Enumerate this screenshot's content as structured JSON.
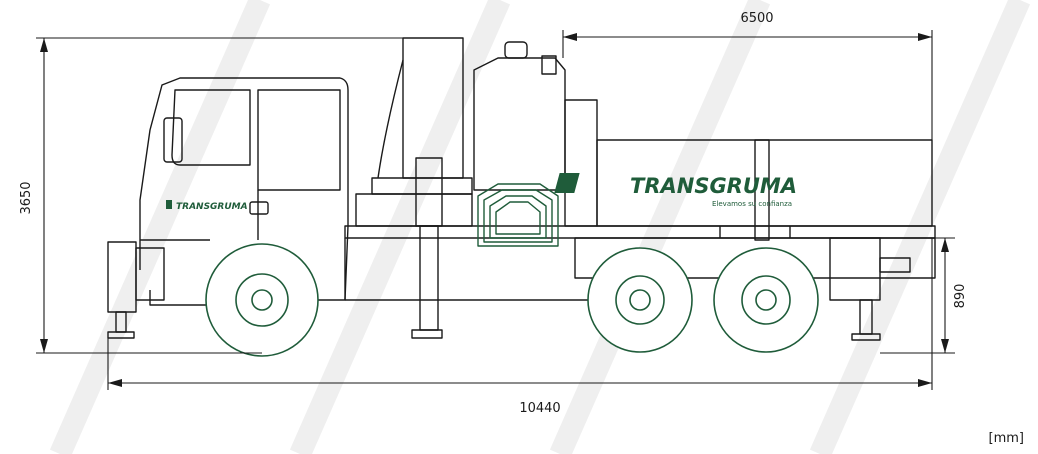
{
  "dimensions": {
    "overall_length": "10440",
    "body_length": "6500",
    "overall_height": "3650",
    "frame_height": "890",
    "unit": "[mm]"
  },
  "branding": {
    "cab_logo": "TRANSGRUMA",
    "body_logo": "TRANSGRUMA",
    "body_logo_tagline": "Elevamos su confianza"
  },
  "colors": {
    "line": "#1a1a1a",
    "accent": "#1f5c3a",
    "background_stripe": "#f3f3f3"
  }
}
